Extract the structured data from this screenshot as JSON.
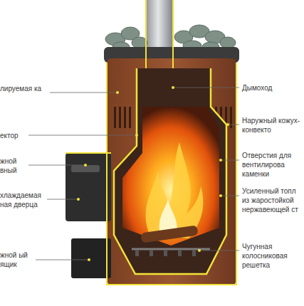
{
  "diagram": {
    "labels": [
      "лируемая ка",
      "ектор",
      "жной вный",
      "хлаждаемая ная дверца",
      "жной ый ящик",
      "Дымоход",
      "Наружный кожух-конвекто",
      "Отверстия для вентилирова каменки",
      "Усиленный топл из жаростойкой нержавеющей ст",
      "Чугунная колосниковая решетка"
    ]
  }
}
